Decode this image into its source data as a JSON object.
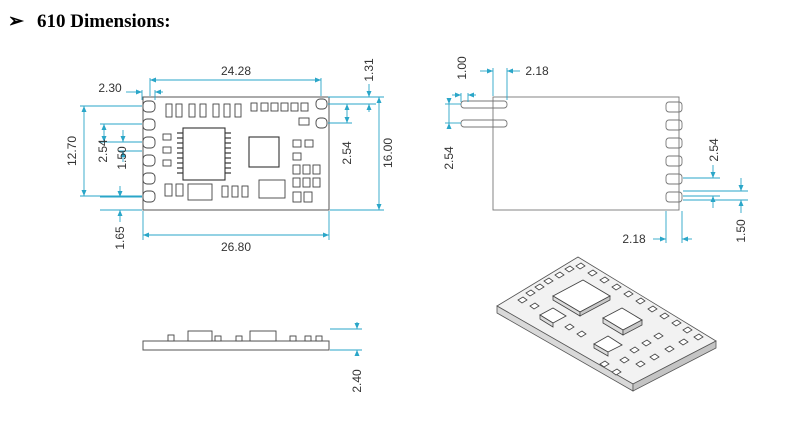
{
  "title": {
    "bullet": "➢",
    "text": "610 Dimensions:"
  },
  "top_view": {
    "dims": {
      "total_width_top": "24.28",
      "pin_offset": "2.30",
      "pin_gap_top": "1.31",
      "pin_pitch_right": "2.54",
      "height": "16.00",
      "pin_span_left": "12.70",
      "pin_pitch_left": "2.54",
      "pin_offset_left": "1.50",
      "bottom_margin": "1.65",
      "total_width_bottom": "26.80"
    }
  },
  "side_view": {
    "dims": {
      "thickness": "2.40"
    }
  },
  "back_view": {
    "dims": {
      "pin_offset_top": "1.00",
      "pin_length_top": "2.18",
      "pin_pitch_left": "2.54",
      "pin_pitch_right": "2.54",
      "pin_length_bottom": "2.18",
      "pin_offset_bottom": "1.50"
    }
  },
  "colors": {
    "dimension_line": "#2aa6c8",
    "outline": "#555555",
    "text": "#333333"
  }
}
